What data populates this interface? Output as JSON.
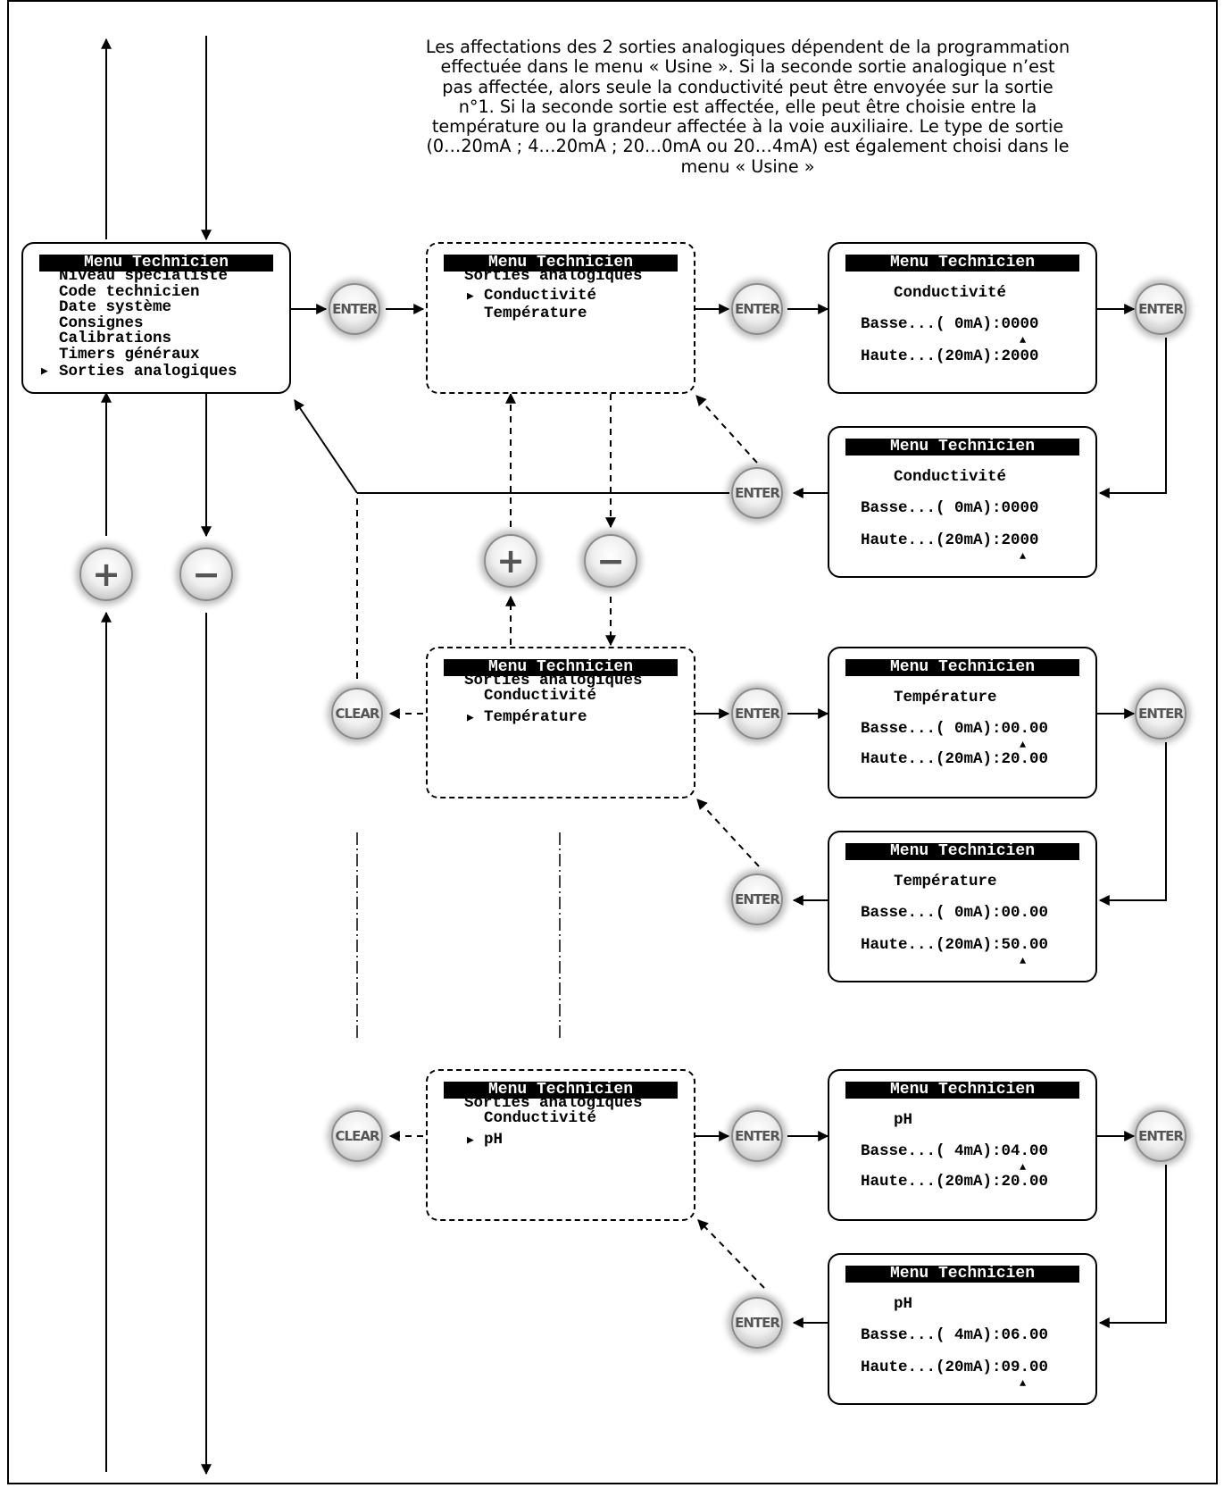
{
  "intro": "Les affectations des 2 sorties analogiques dépendent de la programmation\neffectuée dans le menu « Usine ». Si la seconde sortie analogique n’est\npas affectée, alors seule la conductivité peut être envoyée sur la sortie\nn°1. Si la seconde sortie est affectée, elle peut être choisie entre la\ntempérature ou la grandeur affectée à la voie auxiliaire. Le type de sortie\n(0…20mA ; 4…20mA ; 20…0mA ou 20…4mA) est également choisi dans le\nmenu « Usine »",
  "main_menu": {
    "title": "Menu Technicien",
    "items": [
      "Niveau spécialiste",
      "Code technicien",
      "Date système",
      "Consignes",
      "Calibrations",
      "Timers généraux",
      "Sorties analogiques"
    ],
    "selected_marker": "▶"
  },
  "select_screens": [
    {
      "title": "Menu Technicien",
      "subtitle": "Sorties analogiques",
      "opt1": "Conductivité",
      "opt2": "Température",
      "mark1": "▶",
      "mark2": ""
    },
    {
      "title": "Menu Technicien",
      "subtitle": "Sorties analogiques",
      "opt1": "Conductivité",
      "opt2": "Température",
      "mark1": "",
      "mark2": "▶"
    },
    {
      "title": "Menu Technicien",
      "subtitle": "Sorties analogiques",
      "opt1": "Conductivité",
      "opt2": "pH",
      "mark1": "",
      "mark2": "▶"
    }
  ],
  "value_screens": [
    {
      "title": "Menu Technicien",
      "param": "Conductivité",
      "low": "Basse...( 0mA):0000",
      "high": "Haute...(20mA):2000",
      "cursor": "▲"
    },
    {
      "title": "Menu Technicien",
      "param": "Conductivité",
      "low": "Basse...( 0mA):0000",
      "high": "Haute...(20mA):2000",
      "cursor": "▲"
    },
    {
      "title": "Menu Technicien",
      "param": "Température",
      "low": "Basse...( 0mA):00.00",
      "high": "Haute...(20mA):20.00",
      "cursor": "▲"
    },
    {
      "title": "Menu Technicien",
      "param": "Température",
      "low": "Basse...( 0mA):00.00",
      "high": "Haute...(20mA):50.00",
      "cursor": "▲"
    },
    {
      "title": "Menu Technicien",
      "param": "pH",
      "low": "Basse...( 4mA):04.00",
      "high": "Haute...(20mA):20.00",
      "cursor": "▲"
    },
    {
      "title": "Menu Technicien",
      "param": "pH",
      "low": "Basse...( 4mA):06.00",
      "high": "Haute...(20mA):09.00",
      "cursor": "▲"
    }
  ],
  "buttons": {
    "enter": "ENTER",
    "clear": "CLEAR",
    "plus": "+",
    "minus": "−"
  }
}
